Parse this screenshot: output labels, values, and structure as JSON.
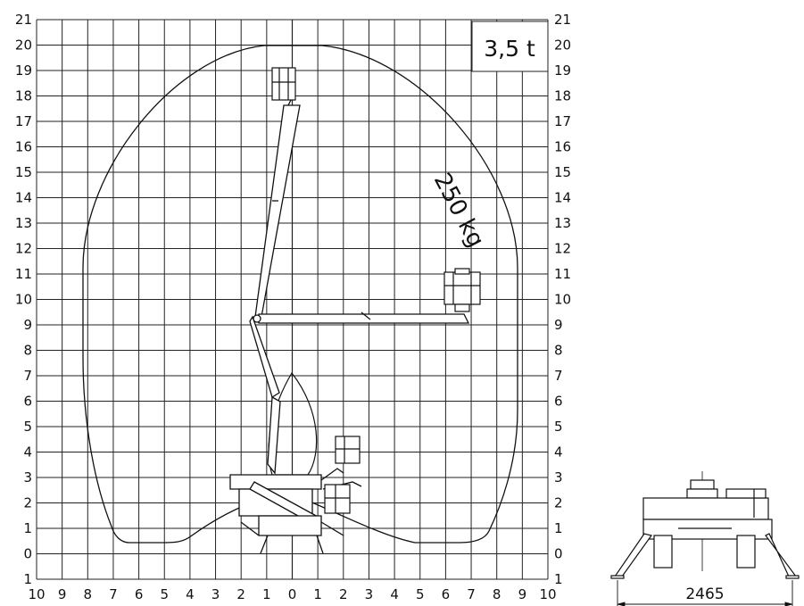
{
  "diagram": {
    "capacity_label": "3,5 t",
    "load_label": "250 kg",
    "y_ticks_left": [
      "21",
      "20",
      "19",
      "18",
      "17",
      "16",
      "15",
      "14",
      "13",
      "12",
      "11",
      "10",
      "9",
      "8",
      "7",
      "6",
      "5",
      "4",
      "3",
      "2",
      "1",
      "0",
      "1"
    ],
    "y_ticks_right": [
      "21",
      "20",
      "19",
      "18",
      "17",
      "16",
      "15",
      "14",
      "13",
      "12",
      "11",
      "10",
      "9",
      "8",
      "7",
      "6",
      "5",
      "4",
      "3",
      "2",
      "1",
      "0",
      "1"
    ],
    "x_ticks": [
      "10",
      "9",
      "8",
      "7",
      "6",
      "5",
      "4",
      "3",
      "2",
      "1",
      "0",
      "1",
      "2",
      "3",
      "4",
      "5",
      "6",
      "7",
      "8",
      "9",
      "10"
    ],
    "width_dimension": "2465"
  }
}
